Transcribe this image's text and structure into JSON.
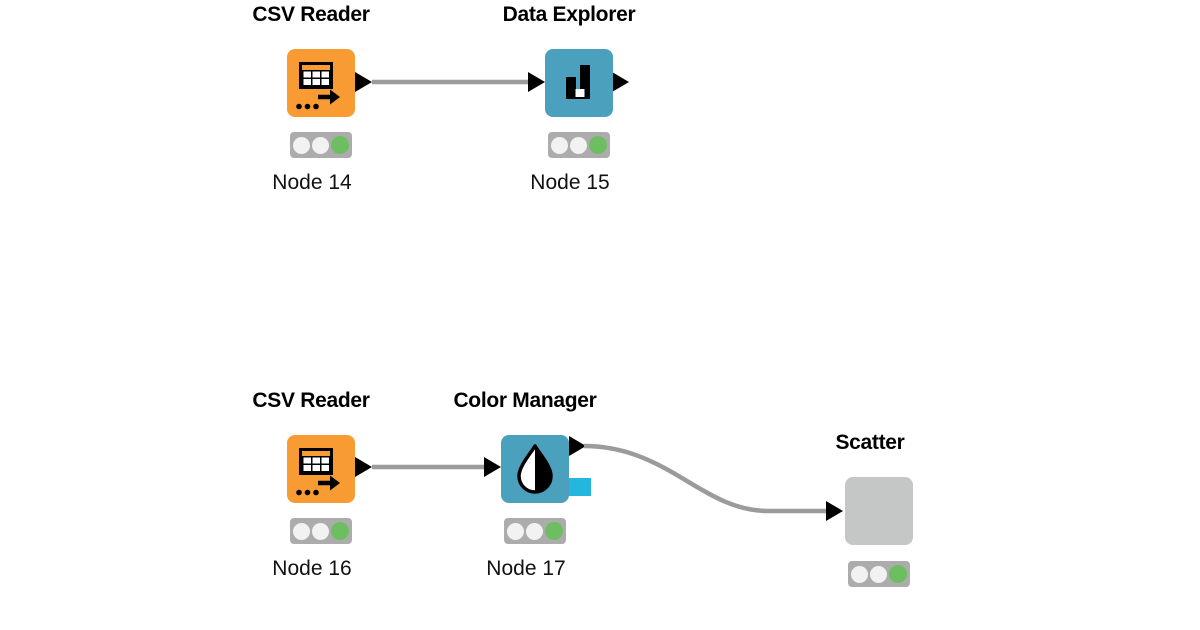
{
  "nodes": [
    {
      "title": "CSV Reader",
      "label": "Node 14",
      "status": "executed"
    },
    {
      "title": "Data Explorer",
      "label": "Node 15",
      "status": "executed"
    },
    {
      "title": "CSV Reader",
      "label": "Node 16",
      "status": "executed"
    },
    {
      "title": "Color Manager",
      "label": "Node 17",
      "status": "executed"
    },
    {
      "title": "Scatter",
      "label": "",
      "status": "executed"
    }
  ],
  "connections": [
    {
      "from": "Node 14",
      "to": "Node 15"
    },
    {
      "from": "Node 16",
      "to": "Node 17"
    },
    {
      "from": "Node 17",
      "to": "Scatter"
    }
  ],
  "colors": {
    "source_node": "#F99B33",
    "manager_node": "#4BA0BD",
    "placeholder_node": "#C5C6C6",
    "color_model_port": "#23B7E0",
    "status_done": "#6CBE60",
    "status_off": "#F2F2F2",
    "traffic_bar": "#ACACAC",
    "connection": "#9B9B9B",
    "port": "#000000"
  }
}
